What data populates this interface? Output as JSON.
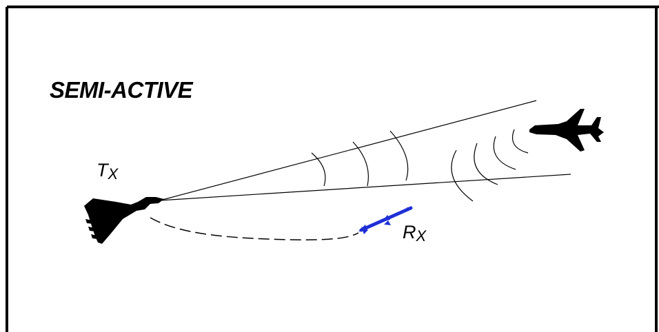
{
  "diagram": {
    "title": "SEMI-ACTIVE",
    "transmitter_label": {
      "main": "T",
      "sub": "X"
    },
    "receiver_label": {
      "main": "R",
      "sub": "X"
    },
    "icons": [
      "launch-aircraft-icon",
      "missile-icon",
      "target-aircraft-icon"
    ],
    "colors": {
      "line": "#000000",
      "missile": "#1f2fd6",
      "background": "#ffffff"
    }
  }
}
